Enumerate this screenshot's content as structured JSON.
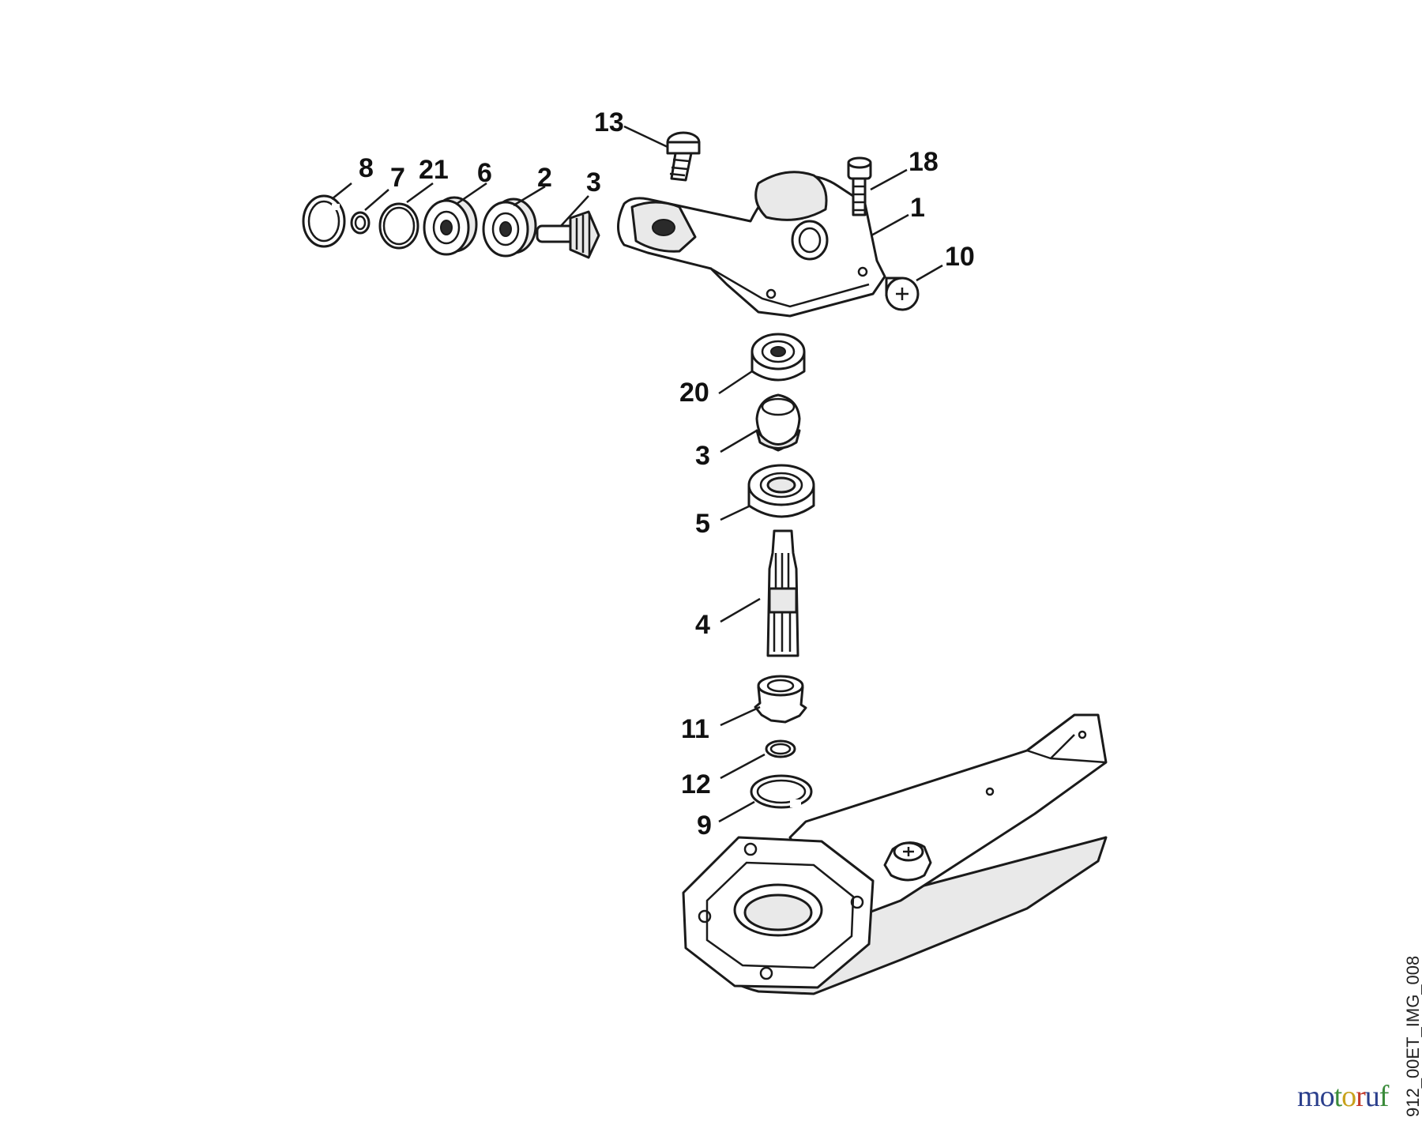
{
  "image_code": "912_00ET_IMG_008",
  "brand": {
    "text": "motoruf",
    "letters": [
      {
        "ch": "m",
        "color": "#2b3f8c"
      },
      {
        "ch": "o",
        "color": "#2b3f8c"
      },
      {
        "ch": "t",
        "color": "#3a8b3a"
      },
      {
        "ch": "o",
        "color": "#c8a21c"
      },
      {
        "ch": "r",
        "color": "#c43a2a"
      },
      {
        "ch": "u",
        "color": "#2b3f8c"
      },
      {
        "ch": "f",
        "color": "#3a8b3a"
      }
    ]
  },
  "callouts": [
    {
      "id": "c13",
      "label": "13"
    },
    {
      "id": "c18",
      "label": "18"
    },
    {
      "id": "c8",
      "label": "8"
    },
    {
      "id": "c7",
      "label": "7"
    },
    {
      "id": "c21",
      "label": "21"
    },
    {
      "id": "c6",
      "label": "6"
    },
    {
      "id": "c2",
      "label": "2"
    },
    {
      "id": "c3a",
      "label": "3"
    },
    {
      "id": "c1",
      "label": "1"
    },
    {
      "id": "c10",
      "label": "10"
    },
    {
      "id": "c20",
      "label": "20"
    },
    {
      "id": "c3b",
      "label": "3"
    },
    {
      "id": "c5",
      "label": "5"
    },
    {
      "id": "c4",
      "label": "4"
    },
    {
      "id": "c11",
      "label": "11"
    },
    {
      "id": "c12",
      "label": "12"
    },
    {
      "id": "c9",
      "label": "9"
    }
  ]
}
